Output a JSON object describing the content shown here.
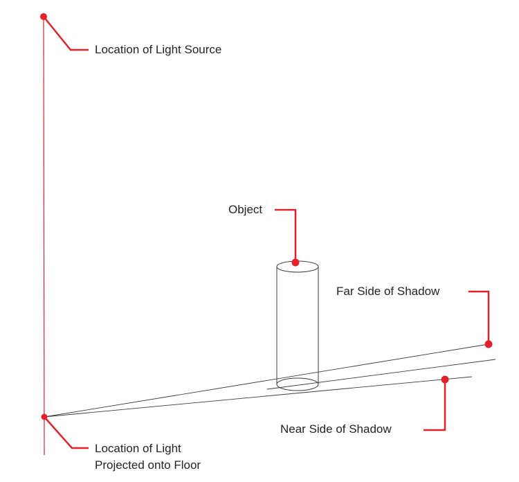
{
  "colors": {
    "callout_red": "#e3212b",
    "sketch_line": "#3a3a3a",
    "text": "#231f20"
  },
  "labels": {
    "light_source": "Location of Light Source",
    "object": "Object",
    "far_side": "Far Side of Shadow",
    "near_side": "Near Side of Shadow",
    "projected_line1": "Location of Light",
    "projected_line2": "Projected onto Floor"
  }
}
